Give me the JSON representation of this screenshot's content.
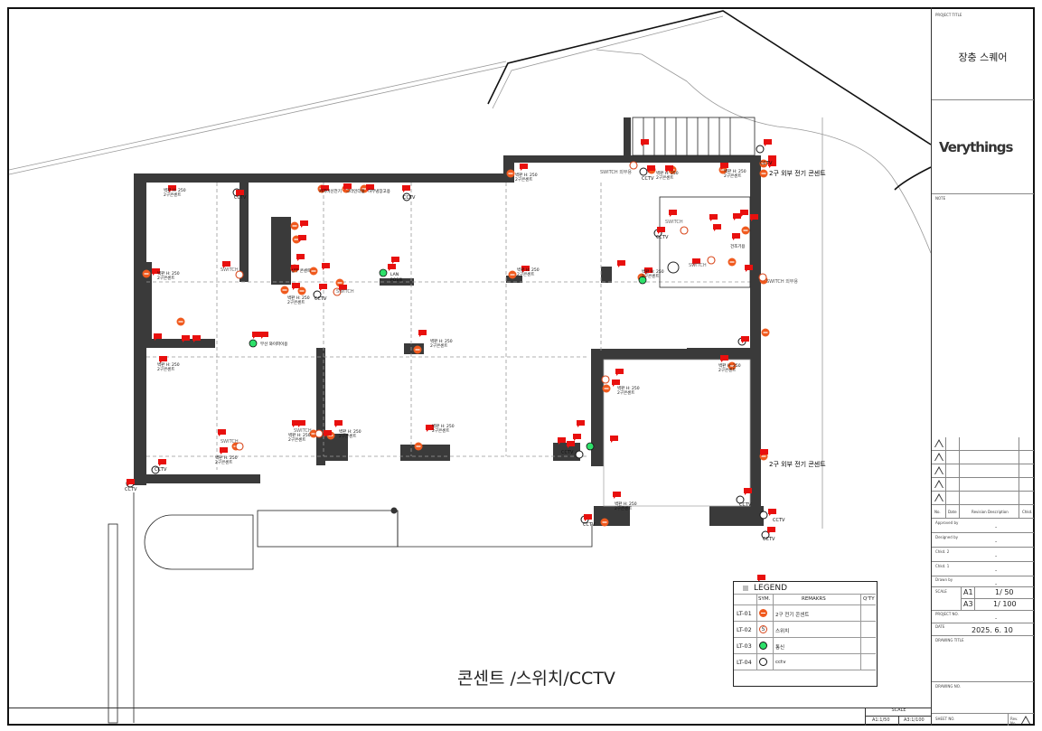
{
  "drawing": {
    "title": "콘센트 /스위치/CCTV"
  },
  "title_block": {
    "project_title_label": "PROJECT TITLE",
    "project_title": "장충 스퀘어",
    "company_logo": "Verythings",
    "note_label": "NOTE",
    "revision_headers": [
      "No.",
      "Date",
      "Revision Description",
      "Chkd."
    ],
    "revision_rows": 5,
    "approved_by_label": "Approved by",
    "approved_by": "-",
    "designed_by_label": "Designed by",
    "designed_by": "-",
    "chkd2_label": "Chkd. 2",
    "chkd2": "-",
    "chkd1_label": "Chkd. 1",
    "chkd1": "-",
    "drawn_by_label": "Drawn by",
    "drawn_by": "-",
    "scale_label": "SCALE",
    "scale_a1_label": "A1",
    "scale_a1": "1/ 50",
    "scale_a3_label": "A3",
    "scale_a3": "1/ 100",
    "project_no_label": "PROJECT NO.",
    "project_no": "-",
    "date_label": "DATE",
    "date": "2025. 6. 10",
    "drawing_title_label": "DRAWING TITLE",
    "drawing_no_label": "DRAWING NO.",
    "sheet_no_label": "SHEET NO.",
    "rev_no_label": "Rev. No."
  },
  "scale_box": {
    "label": "SCALE",
    "a1": "A1:1/50",
    "a3": "A3:1/100"
  },
  "legend": {
    "title": "LEGEND",
    "headers": [
      "SYM.",
      "REMAKRS",
      "Q'TY"
    ],
    "items": [
      {
        "code": "LT-01",
        "symbol": "outlet-icon",
        "remark": "2구 전기 콘센트",
        "color": "#f05a1e"
      },
      {
        "code": "LT-02",
        "symbol": "switch-icon",
        "remark": "스위치",
        "color": "#d8461a"
      },
      {
        "code": "LT-03",
        "symbol": "telecom-icon",
        "remark": "통신",
        "color": "#2ee06a"
      },
      {
        "code": "LT-04",
        "symbol": "cctv-icon",
        "remark": "cctv",
        "color": "#111111"
      }
    ]
  },
  "plan_labels": {
    "outlet_note": "벽판 H: 250",
    "outlet_sub": "2구콘센트",
    "switch": "SWITCH",
    "switch_ext": "SWITCH 외부용",
    "cctv": "CCTV",
    "ext_outlet": "2구 외부 전기 콘센트",
    "coffee": "커피머신전기",
    "grinder": "그라인더용",
    "fridge": "하부냉장고용",
    "wireless": "무선 와이파이용",
    "lan": "LAN",
    "pos": "POS용",
    "upper_outlet": "상부 콘센트",
    "dryer": "건조기용"
  },
  "colors": {
    "wall": "#3a3a3a",
    "outlet": "#f05a1e",
    "markup": "#e8100e",
    "telecom": "#2ee06a"
  }
}
